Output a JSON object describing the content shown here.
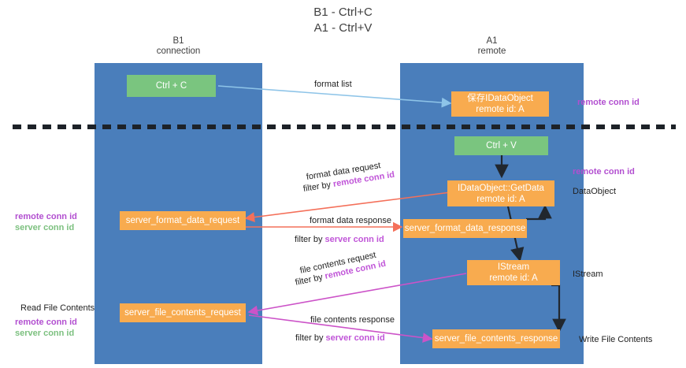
{
  "title": "B1 - Ctrl+C\nA1 - Ctrl+V",
  "lanes": [
    {
      "id": "b1",
      "label": "B1\nconnection"
    },
    {
      "id": "a1",
      "label": "A1\nremote"
    }
  ],
  "colors": {
    "lane": "#4a7ebb",
    "green_box": "#7ac57f",
    "orange_box": "#f8ab4f",
    "purple_text": "#b24fd0",
    "green_text": "#7cc07f",
    "arrow_blue": "#8ec4e8",
    "arrow_red": "#f4705a",
    "arrow_magenta": "#cc53c8",
    "arrow_dark": "#21272e",
    "divider": "#1d2228"
  },
  "nodes": {
    "ctrl_c": "Ctrl + C",
    "ctrl_v": "Ctrl + V",
    "save_dataobject": "保存IDataObject\nremote id: A",
    "getdata": "IDataObject::GetData\nremote id: A",
    "istream": "IStream\nremote id: A",
    "server_format_data_request": "server_format_data_request",
    "server_format_data_response": "server_format_data_response",
    "server_file_contents_request": "server_file_contents_request",
    "server_file_contents_response": "server_file_contents_response"
  },
  "edges": {
    "format_list": "format list",
    "format_data_request": "format data request",
    "format_data_request_filter_prefix": "filter by ",
    "format_data_request_filter_value": "remote conn id",
    "format_data_response": "format data response",
    "format_data_response_filter_prefix": "filter by ",
    "format_data_response_filter_value": "server conn id",
    "file_contents_request": "file contents request",
    "file_contents_request_filter_prefix": "filter by ",
    "file_contents_request_filter_value": "remote conn id",
    "file_contents_response": "file contents response",
    "file_contents_response_filter_prefix": "filter by ",
    "file_contents_response_filter_value": "server conn id"
  },
  "annotations": {
    "right_remote_conn_id_top": "remote conn id",
    "right_remote_conn_id_mid": "remote conn id",
    "right_dataobject": "DataObject",
    "right_istream": "IStream",
    "right_write_file_contents": "Write File Contents",
    "left_remote_conn_id": "remote conn id",
    "left_server_conn_id": "server conn id",
    "left_read_file_contents": "Read File Contents",
    "left_remote_conn_id_2": "remote conn id",
    "left_server_conn_id_2": "server conn id"
  }
}
